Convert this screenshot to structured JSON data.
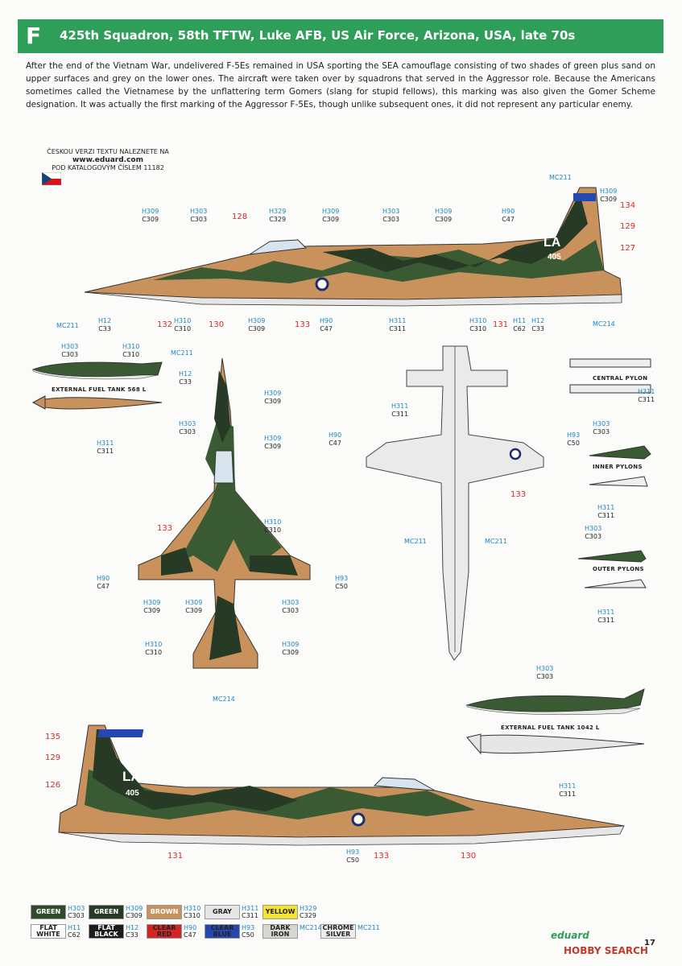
{
  "header": {
    "letter": "F",
    "title": "425th Squadron, 58th TFTW, Luke AFB, US Air Force, Arizona, USA, late 70s"
  },
  "description": "After the end of the Vietnam War, undelivered F-5Es remained in USA sporting the SEA camouflage consisting of two shades of green plus sand on upper surfaces and grey on the lower ones. The aircraft were taken over by squadrons that served in the Aggressor role. Because the Americans sometimes called the Vietnamese by the unflattering term Gomers (slang for stupid fellows), this marking was also given the Gomer Scheme designation. It was actually the first marking of the Aggressor F-5Es, though unlike subsequent ones, it did not represent any particular enemy.",
  "czech_note": {
    "line1": "ČESKOU VERZI TEXTU NALEZNETE NA",
    "url": "www.eduard.com",
    "line2": "POD KATALOGOVÝM ČÍSLEM 11182"
  },
  "markings": {
    "unit": "LA",
    "serial": "405"
  },
  "labels": {
    "tank568": "EXTERNAL FUEL TANK 568 L",
    "tank1042": "EXTERNAL FUEL TANK 1042 L",
    "central_pylon": "CENTRAL PYLON",
    "inner_pylons": "INNER PYLONS",
    "outer_pylons": "OUTER PYLONS"
  },
  "callouts": [
    {
      "h": "MC211",
      "c": ""
    },
    {
      "h": "H309",
      "c": "C309"
    },
    {
      "h": "H303",
      "c": "C303"
    },
    {
      "h": "H329",
      "c": "C329"
    },
    {
      "h": "H309",
      "c": "C309"
    },
    {
      "h": "H303",
      "c": "C303"
    },
    {
      "h": "H309",
      "c": "C309"
    },
    {
      "h": "H90",
      "c": "C47"
    },
    {
      "h": "H309",
      "c": "C309"
    },
    {
      "h": "MC211",
      "c": ""
    },
    {
      "h": "H12",
      "c": "C33"
    },
    {
      "h": "H310",
      "c": "C310"
    },
    {
      "h": "H309",
      "c": "C309"
    },
    {
      "h": "H90",
      "c": "C47"
    },
    {
      "h": "H311",
      "c": "C311"
    },
    {
      "h": "H310",
      "c": "C310"
    },
    {
      "h": "H11",
      "c": "C62"
    },
    {
      "h": "H12",
      "c": "C33"
    },
    {
      "h": "MC214",
      "c": ""
    },
    {
      "h": "H303",
      "c": "C303"
    },
    {
      "h": "H310",
      "c": "C310"
    },
    {
      "h": "H311",
      "c": "C311"
    },
    {
      "h": "MC211",
      "c": ""
    },
    {
      "h": "H12",
      "c": "C33"
    },
    {
      "h": "H309",
      "c": "C309"
    },
    {
      "h": "H303",
      "c": "C303"
    },
    {
      "h": "H309",
      "c": "C309"
    },
    {
      "h": "H310",
      "c": "C310"
    },
    {
      "h": "H90",
      "c": "C47"
    },
    {
      "h": "H93",
      "c": "C50"
    },
    {
      "h": "H309",
      "c": "C309"
    },
    {
      "h": "H309",
      "c": "C309"
    },
    {
      "h": "H303",
      "c": "C303"
    },
    {
      "h": "H310",
      "c": "C310"
    },
    {
      "h": "H309",
      "c": "C309"
    },
    {
      "h": "MC214",
      "c": ""
    },
    {
      "h": "H311",
      "c": "C311"
    },
    {
      "h": "H90",
      "c": "C47"
    },
    {
      "h": "H93",
      "c": "C50"
    },
    {
      "h": "MC211",
      "c": ""
    },
    {
      "h": "MC211",
      "c": ""
    },
    {
      "h": "H311",
      "c": "C311"
    },
    {
      "h": "H303",
      "c": "C303"
    },
    {
      "h": "H311",
      "c": "C311"
    },
    {
      "h": "H303",
      "c": "C303"
    },
    {
      "h": "H311",
      "c": "C311"
    },
    {
      "h": "H303",
      "c": "C303"
    },
    {
      "h": "H311",
      "c": "C311"
    },
    {
      "h": "H93",
      "c": "C50"
    }
  ],
  "refs": [
    "134",
    "129",
    "127",
    "128",
    "132",
    "130",
    "133",
    "131",
    "133",
    "133",
    "135",
    "129",
    "126",
    "131",
    "133",
    "130"
  ],
  "legend": [
    {
      "name": "GREEN",
      "h": "H303",
      "c": "C303",
      "color": "#2f4a2c",
      "text": "#fff"
    },
    {
      "name": "GREEN",
      "h": "H309",
      "c": "C309",
      "color": "#263a25",
      "text": "#fff"
    },
    {
      "name": "BROWN",
      "h": "H310",
      "c": "C310",
      "color": "#c9925c",
      "text": "#fff"
    },
    {
      "name": "GRAY",
      "h": "H311",
      "c": "C311",
      "color": "#e6e6e6",
      "text": "#222"
    },
    {
      "name": "YELLOW",
      "h": "H329",
      "c": "C329",
      "color": "#f2e52a",
      "text": "#222"
    },
    {
      "name": "FLAT WHITE",
      "h": "H11",
      "c": "C62",
      "color": "#ffffff",
      "text": "#222"
    },
    {
      "name": "FLAT BLACK",
      "h": "H12",
      "c": "C33",
      "color": "#1c1c1c",
      "text": "#fff"
    },
    {
      "name": "CLEAR RED",
      "h": "H90",
      "c": "C47",
      "color": "#d42424",
      "text": "#222"
    },
    {
      "name": "CLEAR BLUE",
      "h": "H93",
      "c": "C50",
      "color": "#2548b0",
      "text": "#222"
    },
    {
      "name": "DARK IRON",
      "h": "MC214",
      "c": "",
      "color": "#d8d6d0",
      "text": "#222"
    },
    {
      "name": "CHROME SILVER",
      "h": "MC211",
      "c": "",
      "color": "#ededed",
      "text": "#222"
    }
  ],
  "footer": {
    "brand": "eduard",
    "page": "17",
    "watermark": "HOBBY SEARCH"
  },
  "colors": {
    "header": "#2e9e58",
    "green_dark": "#263a25",
    "green": "#3a5a34",
    "brown": "#c9925c",
    "grey": "#e6e6e6",
    "callout_blue": "#1b86c3",
    "ref_red": "#d42a2a"
  }
}
